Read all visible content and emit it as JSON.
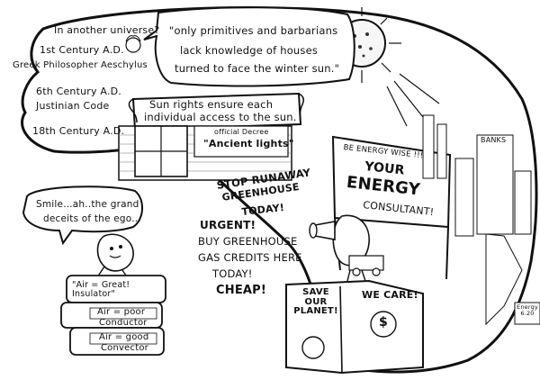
{
  "history": {
    "question": "In another universe?",
    "c1": "1st Century A.D.",
    "c1_who": "Greek Philosopher Aeschylus",
    "c6": "6th Century A.D.",
    "c6_who": "Justinian Code",
    "c18": "18th Century A.D."
  },
  "quote_bubble": {
    "line1": "\"only primitives and barbarians",
    "line2": "lack knowledge of houses",
    "line3": "turned to face the winter sun.\""
  },
  "sun_rights": {
    "line1": "Sun rights ensure each",
    "line2": "individual access to the sun."
  },
  "decree": {
    "small": "official Decree",
    "title": "\"Ancient lights\""
  },
  "smile_bubble": {
    "line1": "Smile...ah..the grand",
    "line2": "deceits of the ego..."
  },
  "boxes": {
    "b1": "\"Air = Great! Insulator\"",
    "b2_top": "Air = poor",
    "b2_bottom": "Conductor",
    "b3_top": "Air = good",
    "b3_bottom": "Convector"
  },
  "shout": {
    "l1": "STOP RUNAWAY",
    "l2": "GREENHOUSE",
    "l3": "TODAY!",
    "l4": "URGENT!",
    "l5": "BUY GREENHOUSE",
    "l6": "GAS CREDITS HERE",
    "l7": "TODAY!",
    "l8": "CHEAP!"
  },
  "banner": {
    "top": "BE ENERGY WISE !!!",
    "your": "YOUR",
    "energy": "ENERGY",
    "consultant": "CONSULTANT!"
  },
  "podium": {
    "save": "SAVE OUR PLANET!",
    "care": "WE CARE!",
    "dollar": "$"
  },
  "city": {
    "banks": "BANKS",
    "sign": "Energy 6.20"
  }
}
